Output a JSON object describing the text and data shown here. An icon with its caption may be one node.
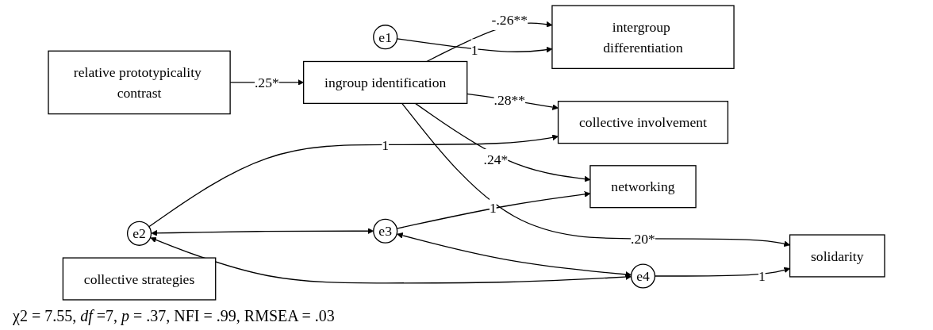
{
  "diagram": {
    "nodes": [
      {
        "text": [
          "relative prototypicality contrast"
        ]
      },
      {
        "text": [
          "ingroup identification"
        ]
      },
      {
        "text": [
          "intergroup differentiation"
        ]
      },
      {
        "text": [
          "collective involvement"
        ]
      },
      {
        "text": [
          "networking"
        ]
      },
      {
        "text": [
          "solidarity"
        ]
      },
      {
        "text": [
          "e1"
        ]
      },
      {
        "text": [
          "e2"
        ]
      },
      {
        "text": [
          "e3"
        ]
      },
      {
        "text": [
          "e4"
        ]
      },
      {
        "text": [
          "collective strategies"
        ]
      }
    ],
    "edges": [
      {
        "from": 0,
        "to": 1,
        "arrow": "to",
        "label": ".25*"
      },
      {
        "from": 1,
        "to": 2,
        "arrow": "to",
        "label": "-.26**"
      },
      {
        "from": 1,
        "to": 3,
        "arrow": "to",
        "label": ".28**"
      },
      {
        "from": 1,
        "to": 4,
        "arrow": "to",
        "label": ".24*"
      },
      {
        "from": 1,
        "to": 5,
        "arrow": "to",
        "label": ".20*"
      },
      {
        "from": 6,
        "to": 2,
        "arrow": "to",
        "label": "1"
      },
      {
        "from": 7,
        "to": 3,
        "arrow": "to",
        "label": "1"
      },
      {
        "from": 8,
        "to": 4,
        "arrow": "to",
        "label": "1"
      },
      {
        "from": 9,
        "to": 5,
        "arrow": "to",
        "label": "1"
      },
      {
        "from": 7,
        "to": 8,
        "arrow": "both"
      },
      {
        "from": 8,
        "to": 9,
        "arrow": "both"
      },
      {
        "from": 7,
        "to": 9,
        "arrow": "both"
      }
    ],
    "labels": [
      "χ2 = 7.55, *df* =7, *p* = .37, NFI = .99, RMSEA = .03"
    ]
  }
}
